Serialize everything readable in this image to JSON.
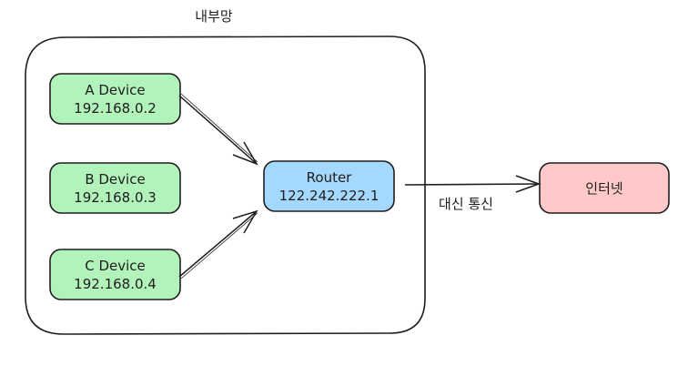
{
  "diagram": {
    "group": {
      "label": "내부망"
    },
    "devices": [
      {
        "name": "A Device",
        "ip": "192.168.0.2",
        "color": "#b2f2bb"
      },
      {
        "name": "B Device",
        "ip": "192.168.0.3",
        "color": "#b2f2bb"
      },
      {
        "name": "C Device",
        "ip": "192.168.0.4",
        "color": "#b2f2bb"
      }
    ],
    "router": {
      "name": "Router",
      "ip": "122.242.222.1",
      "color": "#a5d8ff"
    },
    "internet": {
      "label": "인터넷",
      "color": "#ffc9c9"
    },
    "edge_label": "대신 통신",
    "stroke_color": "#1e1e1e"
  }
}
